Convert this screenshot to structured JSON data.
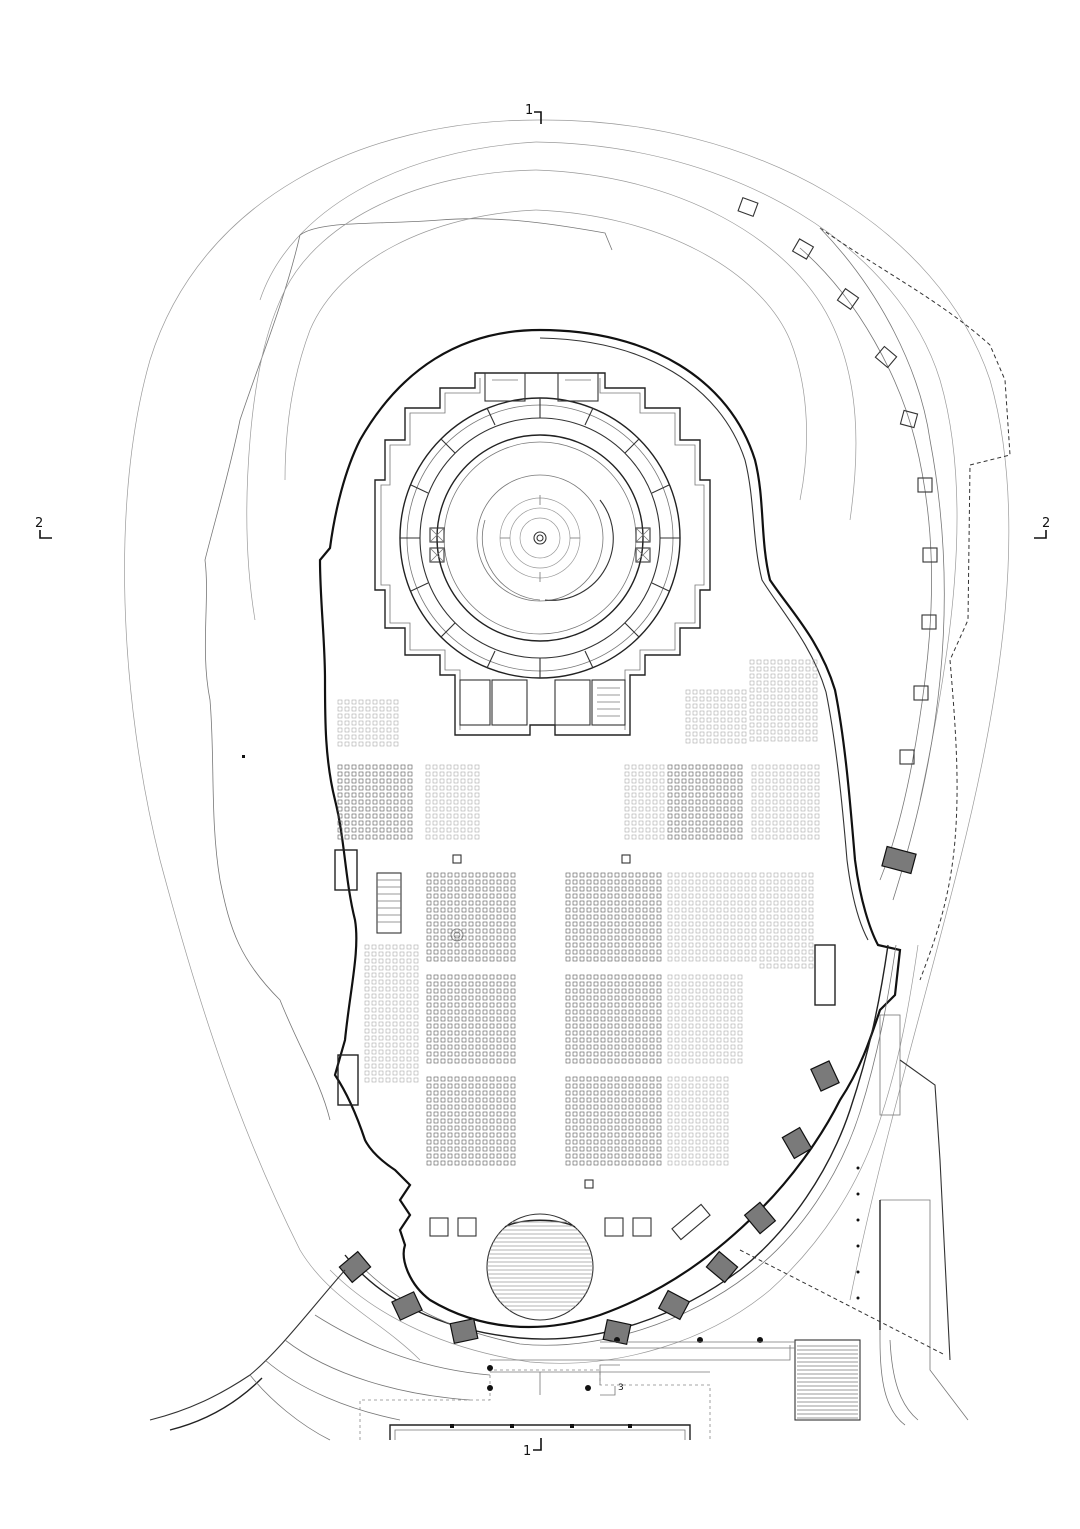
{
  "section_markers": [
    {
      "id": "top-1",
      "label": "1"
    },
    {
      "id": "bottom-1",
      "label": "1"
    },
    {
      "id": "left-2",
      "label": "2"
    },
    {
      "id": "right-2",
      "label": "2"
    }
  ],
  "annotation_3": "3",
  "colors": {
    "line": "#333333",
    "pillar_fill": "#7a7a7a",
    "background": "#ffffff"
  }
}
